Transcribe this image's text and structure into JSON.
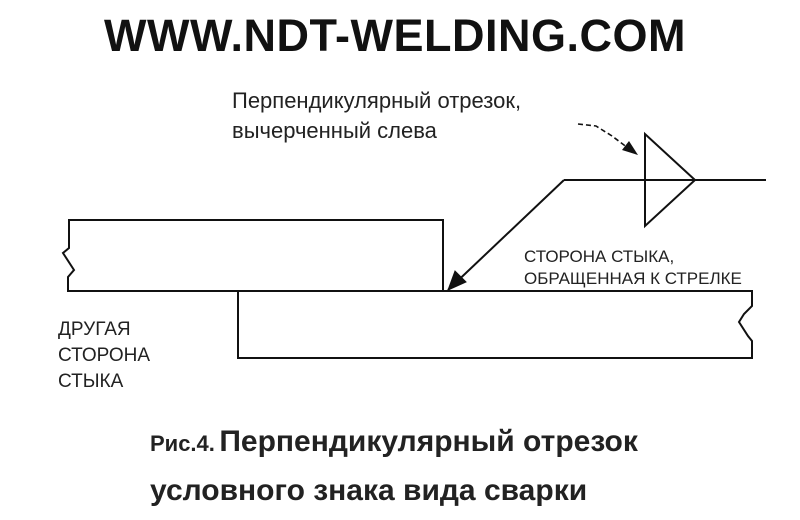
{
  "header": {
    "site": "WWW.NDT-WELDING.COM"
  },
  "callout": {
    "line1": "Перпендикулярный отрезок,",
    "line2": "вычерченный слева"
  },
  "labels": {
    "arrow_side": [
      "СТОРОНА СТЫКА,",
      "ОБРАЩЕННАЯ К СТРЕЛКЕ"
    ],
    "other_side": [
      "ДРУГАЯ",
      "СТОРОНА",
      "СТЫКА"
    ]
  },
  "caption": {
    "prefix": "Рис.4.",
    "line1": "Перпендикулярный отрезок",
    "line2": "условного знака вида сварки"
  },
  "colors": {
    "ink": "#111111",
    "background": "#ffffff"
  }
}
